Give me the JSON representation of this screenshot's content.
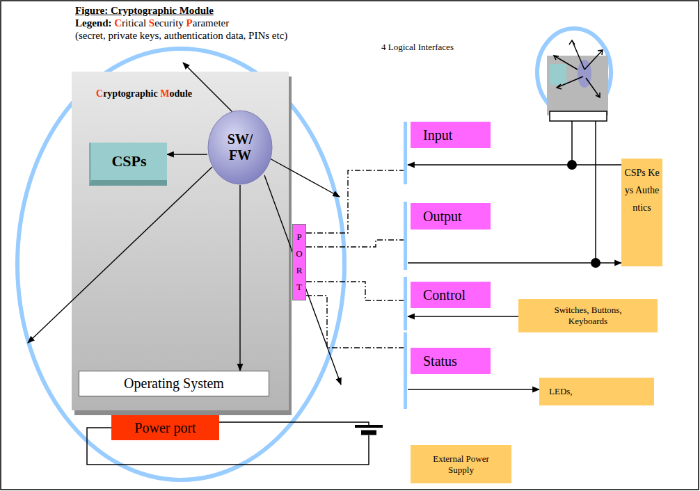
{
  "diagram": {
    "title": "Figure: Cryptographic Module",
    "nodes": [
      {
        "text": [
          "Cryptographic Module"
        ]
      },
      {
        "text": [
          "CSPs"
        ],
        "in": 0
      },
      {
        "text": [
          "SW/ FW"
        ],
        "in": 0
      },
      {
        "text": [
          "Operating System"
        ],
        "in": 0
      },
      {
        "text": [
          "PORT"
        ]
      },
      {
        "text": [
          "Power port"
        ]
      },
      {
        "text": [
          "Input"
        ]
      },
      {
        "text": [
          "Output"
        ]
      },
      {
        "text": [
          "Control"
        ]
      },
      {
        "text": [
          "Status"
        ]
      },
      {
        "text": [
          "CSPs Keys Authentics"
        ]
      },
      {
        "text": [
          "Switches, Buttons, Keyboards"
        ]
      },
      {
        "text": [
          "LEDs,"
        ]
      },
      {
        "text": [
          "External Power Supply"
        ]
      }
    ],
    "edges": [
      {
        "from": 2,
        "to": 1,
        "arrow": "to"
      },
      {
        "from": 2,
        "to": 3,
        "arrow": "to"
      },
      {
        "from": 4,
        "to": 6,
        "arrow": "none"
      },
      {
        "from": 4,
        "to": 7,
        "arrow": "none"
      },
      {
        "from": 4,
        "to": 8,
        "arrow": "none"
      },
      {
        "from": 4,
        "to": 9,
        "arrow": "none"
      },
      {
        "from": 10,
        "to": 6,
        "arrow": "to"
      },
      {
        "from": 7,
        "to": 10,
        "arrow": "to"
      },
      {
        "from": 11,
        "to": 8,
        "arrow": "to"
      },
      {
        "from": 9,
        "to": 12,
        "arrow": "to"
      }
    ],
    "labels": [
      "Legend: Critical Security Parameter",
      "(secret, private keys, authentication data, PINs etc)",
      "4 Logical Interfaces"
    ]
  }
}
